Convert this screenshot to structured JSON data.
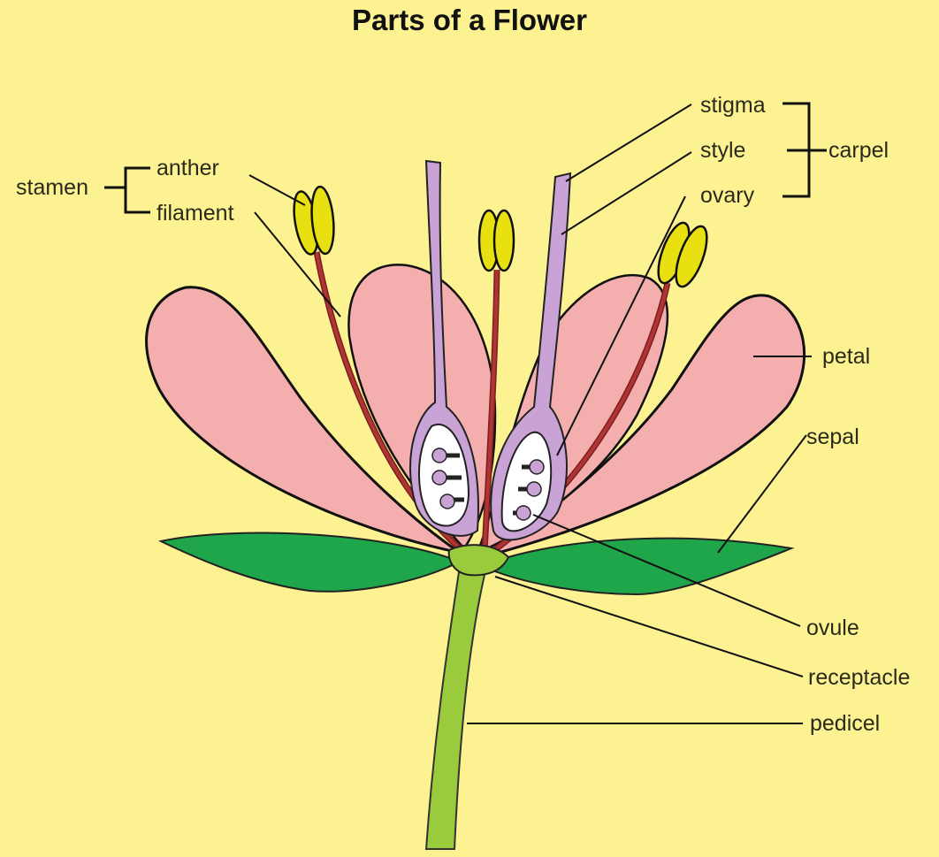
{
  "title": "Parts of a Flower",
  "colors": {
    "background": "#fdf291",
    "petal": "#f4aeae",
    "sepal": "#1fa64a",
    "pedicel": "#9acb3c",
    "anther": "#e8e010",
    "filament": "#b03434",
    "carpel": "#c9a3d6",
    "ovary_interior": "#ffffff"
  },
  "labels": {
    "stamen": "stamen",
    "anther": "anther",
    "filament": "filament",
    "stigma": "stigma",
    "style": "style",
    "ovary": "ovary",
    "carpel": "carpel",
    "petal": "petal",
    "sepal": "sepal",
    "ovule": "ovule",
    "receptacle": "receptacle",
    "pedicel": "pedicel"
  }
}
